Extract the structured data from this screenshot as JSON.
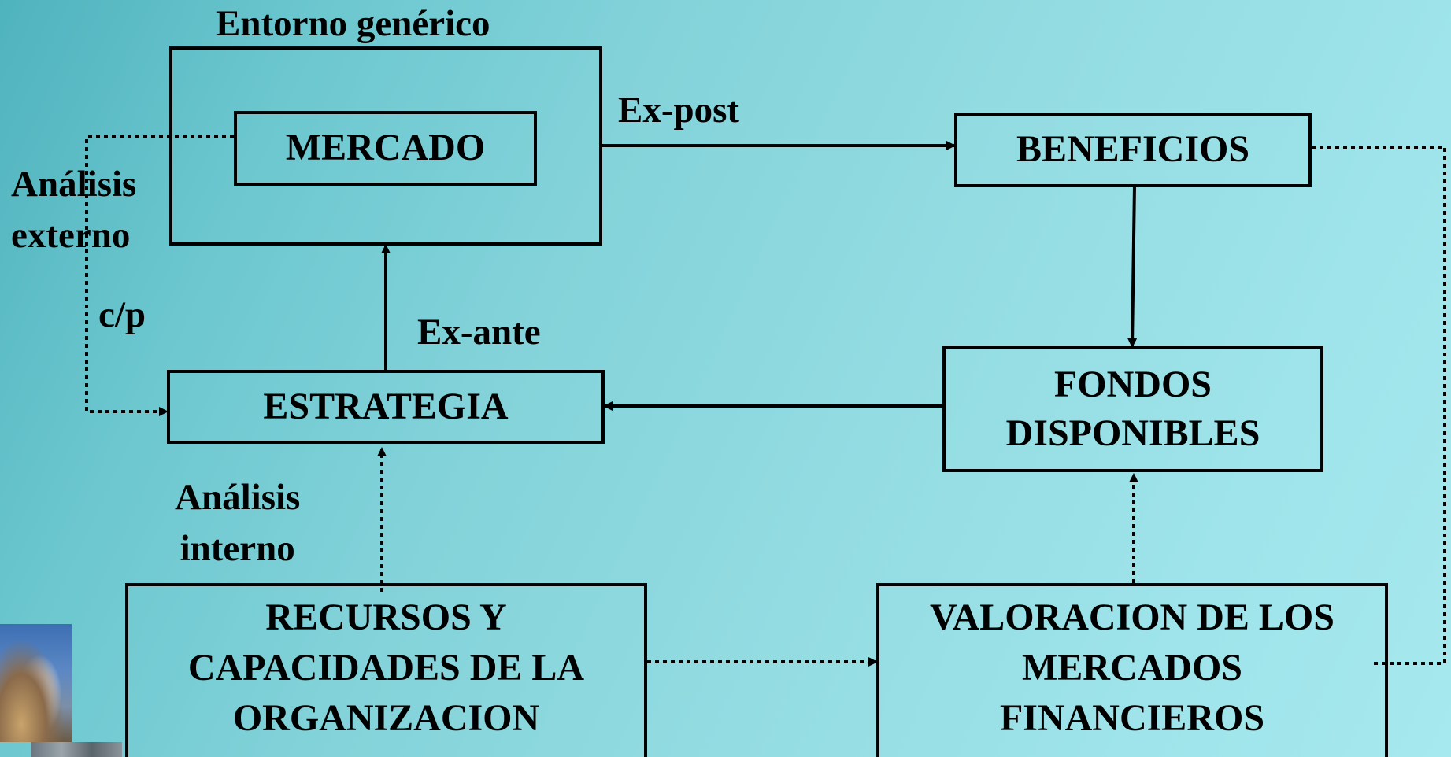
{
  "diagram": {
    "entorno_label": "Entorno genérico",
    "mercado": "MERCADO",
    "beneficios": "BENEFICIOS",
    "estrategia": "ESTRATEGIA",
    "fondos": [
      "FONDOS",
      "DISPONIBLES"
    ],
    "recursos": [
      "RECURSOS Y",
      "CAPACIDADES DE LA",
      "ORGANIZACION"
    ],
    "valoracion": [
      "VALORACION DE LOS",
      "MERCADOS",
      "FINANCIEROS"
    ],
    "ex_post": "Ex-post",
    "ex_ante": "Ex-ante",
    "analisis_externo": [
      "Análisis",
      "externo"
    ],
    "cp": "c/p",
    "analisis_interno": [
      "Análisis",
      "interno"
    ]
  },
  "colors": {
    "background_start": "#4fb3be",
    "background_end": "#a6e9ee",
    "ink": "#000000"
  }
}
